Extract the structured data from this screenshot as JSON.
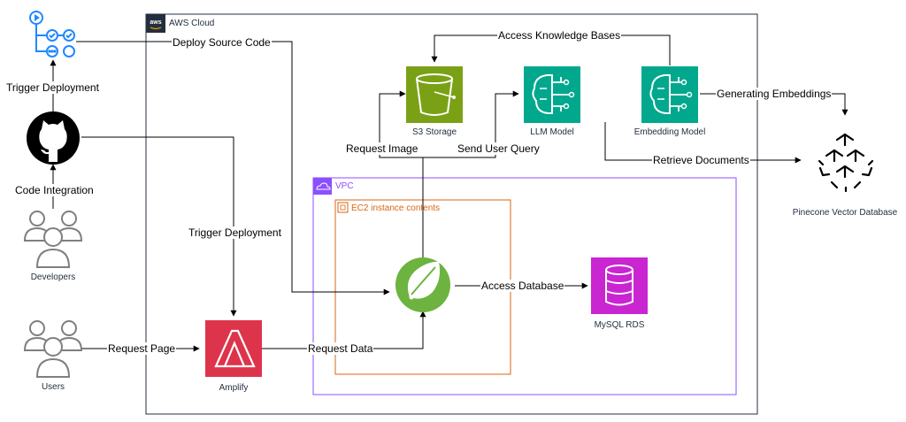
{
  "groups": {
    "cloud": "AWS Cloud",
    "vpc": "VPC",
    "ec2": "EC2 instance contents"
  },
  "nodes": {
    "developers": "Developers",
    "users": "Users",
    "amplify": "Amplify",
    "s3": "S3 Storage",
    "llm": "LLM Model",
    "embedding": "Embedding Model",
    "mysql": "MySQL RDS",
    "pinecone": "Pinecone Vector Database"
  },
  "edges": {
    "deploy_source_code": "Deploy Source Code",
    "trigger_deployment_left": "Trigger Deployment",
    "code_integration": "Code Integration",
    "trigger_deployment_mid": "Trigger Deployment",
    "request_page": "Request Page",
    "request_data": "Request Data",
    "access_database": "Access Database",
    "request_image": "Request Image",
    "send_user_query": "Send User Query",
    "access_knowledge_bases": "Access Knowledge Bases",
    "generating_embeddings": "Generating Embeddings",
    "retrieve_documents": "Retrieve Documents"
  },
  "colors": {
    "cloud_border": "#232f3e",
    "vpc_border": "#8c4fff",
    "ec2_border": "#d86613",
    "s3": "#7aa116",
    "ml": "#01a88d",
    "amplify": "#dd344c",
    "rds": "#c925d1",
    "spring": "#6db33f",
    "actions": "#2088ff",
    "user_icon": "#7f7f7f"
  }
}
